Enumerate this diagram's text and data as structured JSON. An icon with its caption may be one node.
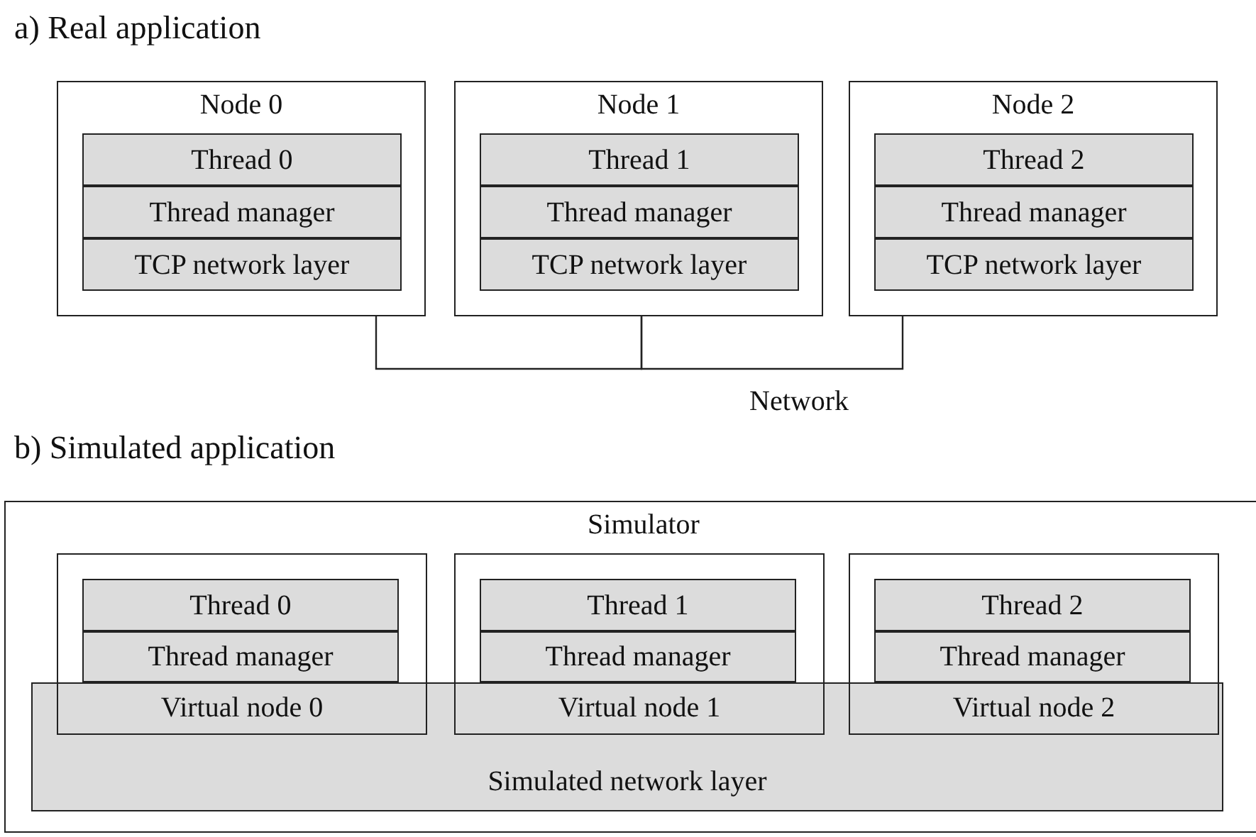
{
  "diagram": {
    "nodes": [
      {
        "text": [
          "Node 0"
        ]
      },
      {
        "text": [
          "Thread 0"
        ],
        "in": 0
      },
      {
        "text": [
          "Thread manager"
        ],
        "in": 0
      },
      {
        "text": [
          "TCP network layer"
        ],
        "in": 0
      },
      {
        "text": [
          "Node 1"
        ]
      },
      {
        "text": [
          "Thread 1"
        ],
        "in": 4
      },
      {
        "text": [
          "Thread manager"
        ],
        "in": 4
      },
      {
        "text": [
          "TCP network layer"
        ],
        "in": 4
      },
      {
        "text": [
          "Node 2"
        ]
      },
      {
        "text": [
          "Thread 2"
        ],
        "in": 8
      },
      {
        "text": [
          "Thread manager"
        ],
        "in": 8
      },
      {
        "text": [
          "TCP network layer"
        ],
        "in": 8
      },
      {
        "text": [
          "Simulator"
        ]
      },
      {
        "text": [
          "Virtual node 0"
        ],
        "in": 12
      },
      {
        "text": [
          "Thread 0"
        ],
        "in": 13
      },
      {
        "text": [
          "Thread manager"
        ],
        "in": 13
      },
      {
        "text": [
          "Virtual node 1"
        ],
        "in": 12
      },
      {
        "text": [
          "Thread 1"
        ],
        "in": 16
      },
      {
        "text": [
          "Thread manager"
        ],
        "in": 16
      },
      {
        "text": [
          "Virtual node 2"
        ],
        "in": 12
      },
      {
        "text": [
          "Thread 2"
        ],
        "in": 19
      },
      {
        "text": [
          "Thread manager"
        ],
        "in": 19
      },
      {
        "text": [
          "Simulated network layer"
        ],
        "in": 12
      }
    ],
    "edges": [
      {
        "from": 0,
        "to": 4,
        "arrow": "none"
      },
      {
        "from": 4,
        "to": 8,
        "arrow": "none"
      }
    ],
    "labels": [
      "a) Real application",
      "Network",
      "b) Simulated application"
    ]
  }
}
